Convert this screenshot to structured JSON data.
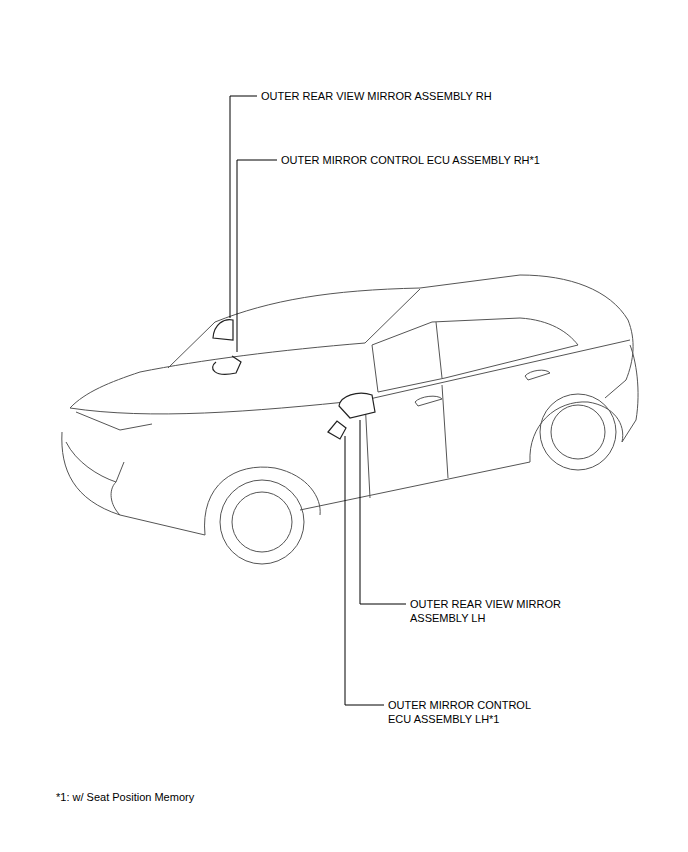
{
  "diagram": {
    "labels": [
      "OUTER REAR VIEW MIRROR ASSEMBLY RH",
      "OUTER MIRROR CONTROL ECU ASSEMBLY RH*1",
      "OUTER REAR VIEW MIRROR ASSEMBLY LH",
      "OUTER MIRROR CONTROL ECU ASSEMBLY LH*1",
      "*1: w/ Seat Position Memory"
    ]
  }
}
